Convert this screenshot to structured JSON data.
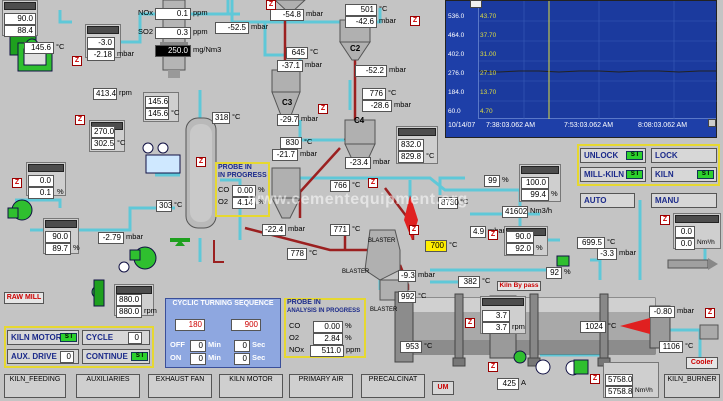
{
  "watermark": "www.cementequipment.org",
  "left": {
    "top_val_1": "90.0",
    "top_val_2": "88.4",
    "fan_temp": "145.6",
    "fan_temp_unit": "°C",
    "box1_val1": "-3.0",
    "box1_val2": "-2.18",
    "box1_unit2": "mbar",
    "rpm": "413.4",
    "rpm_unit": "rpm",
    "mid_val_1": "145.6",
    "mid_val_2": "145.6",
    "mid_unit_2": "°C",
    "box2_val1": "270.0",
    "box2_val2": "302.5",
    "box2_unit2": "°C",
    "temp_318": "318",
    "temp_318_unit": "°C",
    "fan2_val1": "0.0",
    "fan2_val2": "0.1",
    "fan2_unit2": "%",
    "temp_303": "303",
    "temp_303_unit": "°C",
    "fan3_val1": "90.0",
    "fan3_val2": "89.7",
    "fan3_unit2": "%",
    "press_279": "-2.79",
    "press_279_unit": "mbar",
    "raw_mill": "RAW MILL",
    "box3_val1": "880.0",
    "box3_val2": "880.0",
    "box3_unit2": "rpm"
  },
  "stack": {
    "nox_label": "NOx",
    "nox_val": "0.1",
    "nox_unit": "ppm",
    "so2_label": "SO2",
    "so2_val": "0.3",
    "so2_unit": "ppm",
    "dust_val": "250.0",
    "dust_unit": "mg/Nm3",
    "press_525": "-52.5",
    "press_525_unit": "mbar"
  },
  "preheater": {
    "top_press": "-54.8",
    "top_press_unit": "mbar",
    "c1_temp": "501",
    "c1_temp_unit": "°C",
    "c1_press": "-42.6",
    "c1_press_unit": "mbar",
    "c2_label": "C2",
    "c2_temp": "645",
    "c2_temp_unit": "°C",
    "c2_press": "-37.1",
    "c2_press_unit": "mbar",
    "c2_out_press": "-52.2",
    "c2_out_press_unit": "mbar",
    "c3_label": "C3",
    "c3_press": "-29.7",
    "c3_press_unit": "mbar",
    "c3_temp": "776",
    "c3_temp_unit": "°C",
    "c3_press2": "-28.6",
    "c3_press2_unit": "mbar",
    "c4_label": "C4",
    "c4_temp": "830",
    "c4_temp_unit": "°C",
    "c4_press": "-21.7",
    "c4_press_unit": "mbar",
    "c4_out_press": "-23.4",
    "c4_out_press_unit": "mbar",
    "c4_box_val1": "832.0",
    "c4_box_val2": "829.8",
    "c4_box_unit2": "°C",
    "probe_title": "PROBE IN",
    "probe_sub": "IN PROGRESS",
    "co_label": "CO",
    "co_val": "0.00",
    "co_unit": "%",
    "o2_label": "O2",
    "o2_val": "4.14",
    "o2_unit": "%",
    "temp_766": "766",
    "temp_766_unit": "°C",
    "press_224": "-22.4",
    "press_224_unit": "mbar",
    "temp_771": "771",
    "temp_771_unit": "°C",
    "temp_778": "778",
    "temp_778_unit": "°C",
    "temp_8730": "8730",
    "temp_8730_unit": "°C",
    "temp_700": "700",
    "temp_700_unit": "°C",
    "blaster1": "BLASTER",
    "blaster2": "BLASTER",
    "blaster3": "BLASTER",
    "press_93": "-9.3",
    "press_93_unit": "mbar",
    "temp_992": "992",
    "temp_992_unit": "°C",
    "press_49": "4.9",
    "press_49_unit": "mbar",
    "nm3h": "41602",
    "nm3h_unit": "Nm3/h",
    "pct_99": "99",
    "pct_99_unit": "%"
  },
  "right_mid": {
    "box_a_val1": "100.0",
    "box_a_val2": "99.4",
    "box_a_unit2": "%",
    "box_b_val1": "90.0",
    "box_b_val2": "92.0",
    "box_b_unit2": "%",
    "pct_92": "92",
    "pct_92_unit": "%",
    "kiln_bypass": "Kiln By pass",
    "temp_6995": "699.5",
    "temp_6995_unit": "°C",
    "press_33": "-3.3",
    "press_33_unit": "mbar",
    "val_382": "382",
    "val_382_unit": "°C"
  },
  "trend": {
    "y_labels": [
      "536.0",
      "464.0",
      "402.0",
      "276.0",
      "184.0",
      "60.0"
    ],
    "y2_labels": [
      "43.70",
      "37.70",
      "31.00",
      "27.10",
      "13.70",
      "4.70"
    ],
    "date": "10/14/07",
    "time1": "7:38:03.062 AM",
    "time2": "7:53:03.062 AM",
    "time3": "8:08:03.062 AM"
  },
  "controls": {
    "unlock": "UNLOCK",
    "lock": "LOCK",
    "mill_kiln": "MILL-KILN",
    "kiln": "KILN",
    "auto": "AUTO",
    "manu": "MANU",
    "out_val1": "0.0",
    "out_val2": "0.0",
    "out_unit2": "Nm³/h",
    "led_si": "S I"
  },
  "bottom_left": {
    "kiln_motor": "KILN MOTOR",
    "cycle": "CYCLE",
    "cycle_val": "0",
    "aux_drive": "AUX. DRIVE",
    "aux_val": "0",
    "continue": "CONTINUE",
    "led": "S I"
  },
  "cyclic": {
    "title": "CYCLIC TURNING SEQUENCE",
    "val_180": "180",
    "val_900": "900",
    "off_label": "OFF",
    "on_label": "ON",
    "off_min": "0",
    "off_sec": "0",
    "on_min": "0",
    "on_sec": "0",
    "min_label": "Min",
    "sec_label": "Sec"
  },
  "analysis": {
    "title": "PROBE IN",
    "sub": "ANALYSIS IN PROGRESS",
    "co_label": "CO",
    "co_val": "0.00",
    "co_unit": "%",
    "o2_label": "O2",
    "o2_val": "2.84",
    "o2_unit": "%",
    "nox_label": "NOx",
    "nox_val": "511.0",
    "nox_unit": "ppm"
  },
  "kiln": {
    "temp_953": "953",
    "temp_953_unit": "°C",
    "temp_1024": "1024",
    "temp_1024_unit": "°C",
    "box_val1": "3.7",
    "box_val2": "3.7",
    "box_unit2": "rpm",
    "press_080": "-0.80",
    "press_080_unit": "mbar",
    "temp_1106": "1106",
    "temp_1106_unit": "°C",
    "amp_425": "425",
    "amp_unit": "A",
    "burner_val1": "5758.0",
    "burner_val2": "5758.8",
    "burner_unit2": "Nm³/h",
    "cooler": "Cooler"
  },
  "tabs": [
    {
      "label": "KILN_FEEDING"
    },
    {
      "label": "AUXILIARIES"
    },
    {
      "label": "EXHAUST FAN"
    },
    {
      "label": "KILN MOTOR"
    },
    {
      "label": "PRIMARY AIR"
    },
    {
      "label": "PRECALCINAT"
    },
    {
      "label": "UM"
    },
    {
      "label": "KILN_BURNER"
    }
  ],
  "colors": {
    "background": "#c4c4c4",
    "duct_cyan": "#5fc8d8",
    "material_red": "#9b2020",
    "trend_bg": "#1e3fa8",
    "equipment_grey": "#a9a9a9",
    "fan_green": "#2fbf2f",
    "led_green": "#2cd12c",
    "flame_red": "#e02020",
    "highlight_yellow": "#ffee00",
    "title_blue": "#1b2a8a"
  }
}
